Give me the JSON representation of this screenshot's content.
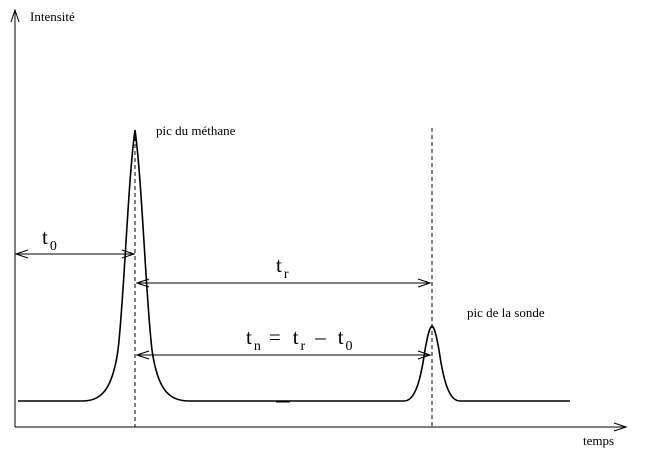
{
  "axes": {
    "y_label": "Intensité",
    "x_label": "temps"
  },
  "peaks": {
    "methane_label": "pic du méthane",
    "probe_label": "pic de la sonde"
  },
  "annotations": {
    "t0": {
      "main": "t",
      "sub": "0"
    },
    "tr": {
      "main": "t",
      "sub": "r"
    },
    "tn": {
      "t1": "t",
      "s1": "n",
      "eq": "=",
      "t2": "t",
      "s2": "r",
      "minus": "–",
      "t3": "t",
      "s3": "0"
    }
  }
}
